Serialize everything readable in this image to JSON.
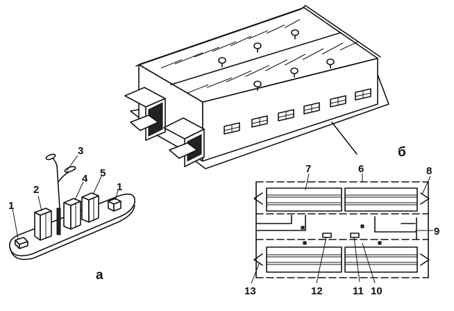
{
  "captions": {
    "a": "а",
    "b": "б"
  },
  "callouts_a": [
    "1",
    "1",
    "2",
    "3",
    "4",
    "5"
  ],
  "callouts_b": [
    "6",
    "7",
    "8",
    "9",
    "10",
    "11",
    "12",
    "13"
  ]
}
